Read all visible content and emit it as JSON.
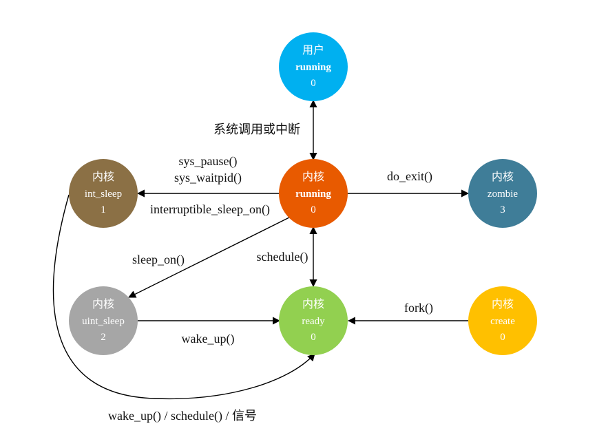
{
  "nodes": {
    "user_running": {
      "line1": "用户",
      "line2": "running",
      "line3": "0",
      "color": "#00B0F0",
      "bold": true
    },
    "kernel_running": {
      "line1": "内核",
      "line2": "running",
      "line3": "0",
      "color": "#E85A00",
      "bold": true
    },
    "int_sleep": {
      "line1": "内核",
      "line2": "int_sleep",
      "line3": "1",
      "color": "#8B7045",
      "bold": false
    },
    "zombie": {
      "line1": "内核",
      "line2": "zombie",
      "line3": "3",
      "color": "#3F7D98",
      "bold": false
    },
    "uint_sleep": {
      "line1": "内核",
      "line2": "uint_sleep",
      "line3": "2",
      "color": "#A6A6A6",
      "bold": false
    },
    "ready": {
      "line1": "内核",
      "line2": "ready",
      "line3": "0",
      "color": "#92D050",
      "bold": false
    },
    "create": {
      "line1": "内核",
      "line2": "create",
      "line3": "0",
      "color": "#FFC000",
      "bold": false
    }
  },
  "edges": {
    "syscall": "系统调用或中断",
    "sys_pause": "sys_pause()",
    "sys_waitpid": "sys_waitpid()",
    "interruptible": "interruptible_sleep_on()",
    "do_exit": "do_exit()",
    "sleep_on": "sleep_on()",
    "schedule": "schedule()",
    "fork": "fork()",
    "wake_up": "wake_up()",
    "wake_up_schedule_signal": "wake_up() / schedule() / 信号"
  }
}
